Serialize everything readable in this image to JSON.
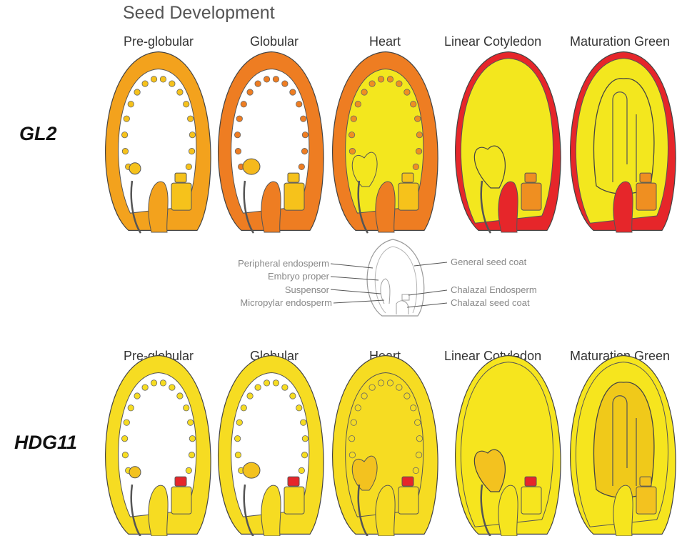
{
  "title": "Seed Development",
  "stages": [
    "Pre-globular",
    "Globular",
    "Heart",
    "Linear Cotyledon",
    "Maturation Green"
  ],
  "legend": {
    "left": [
      "Peripheral endosperm",
      "Embryo proper",
      "Suspensor",
      "Micropylar endosperm"
    ],
    "right": [
      "General seed coat",
      "Chalazal Endosperm",
      "Chalazal seed coat"
    ]
  },
  "rows": [
    {
      "gene": "GL2",
      "seeds": [
        {
          "coat": "#f3a21d",
          "embryo": "#f6c21b",
          "inner": "#f6c21b",
          "chalazal": "#f6c21b",
          "endo": "#ffffff"
        },
        {
          "coat": "#ee7d22",
          "embryo": "#f5b91c",
          "inner": "#ee7d22",
          "chalazal": "#f6c21b",
          "endo": "#ffffff"
        },
        {
          "coat": "#ee7d22",
          "embryo": "#f3e71e",
          "inner": "#ef8f21",
          "chalazal": "#f6c21b",
          "endo": "#f3e71e"
        },
        {
          "coat": "#e6262a",
          "embryo": "#f3e71e",
          "inner": "#f3e71e",
          "chalazal": "#ef8f21",
          "endo": "#f3e71e"
        },
        {
          "coat": "#e6262a",
          "embryo": "#f3e71e",
          "inner": "#f3e71e",
          "chalazal": "#ef8f21",
          "endo": "#f3e71e"
        }
      ]
    },
    {
      "gene": "HDG11",
      "seeds": [
        {
          "coat": "#f6dc22",
          "embryo": "#f3c21f",
          "inner": "#f6dc22",
          "chalazal": "#e6262a",
          "endo": "#ffffff"
        },
        {
          "coat": "#f6dc22",
          "embryo": "#f3c21f",
          "inner": "#f6dc22",
          "chalazal": "#e6262a",
          "endo": "#ffffff"
        },
        {
          "coat": "#f6dc22",
          "embryo": "#f3c21f",
          "inner": "#f6dc22",
          "chalazal": "#e6262a",
          "endo": "#f6dc22"
        },
        {
          "coat": "#f6e51e",
          "embryo": "#f3c21f",
          "inner": "#f6e51e",
          "chalazal": "#e6262a",
          "endo": "#f6e51e"
        },
        {
          "coat": "#f6e51e",
          "embryo": "#f0c91a",
          "inner": "#f6e51e",
          "chalazal": "#f3c21f",
          "endo": "#f6e51e"
        }
      ]
    }
  ]
}
